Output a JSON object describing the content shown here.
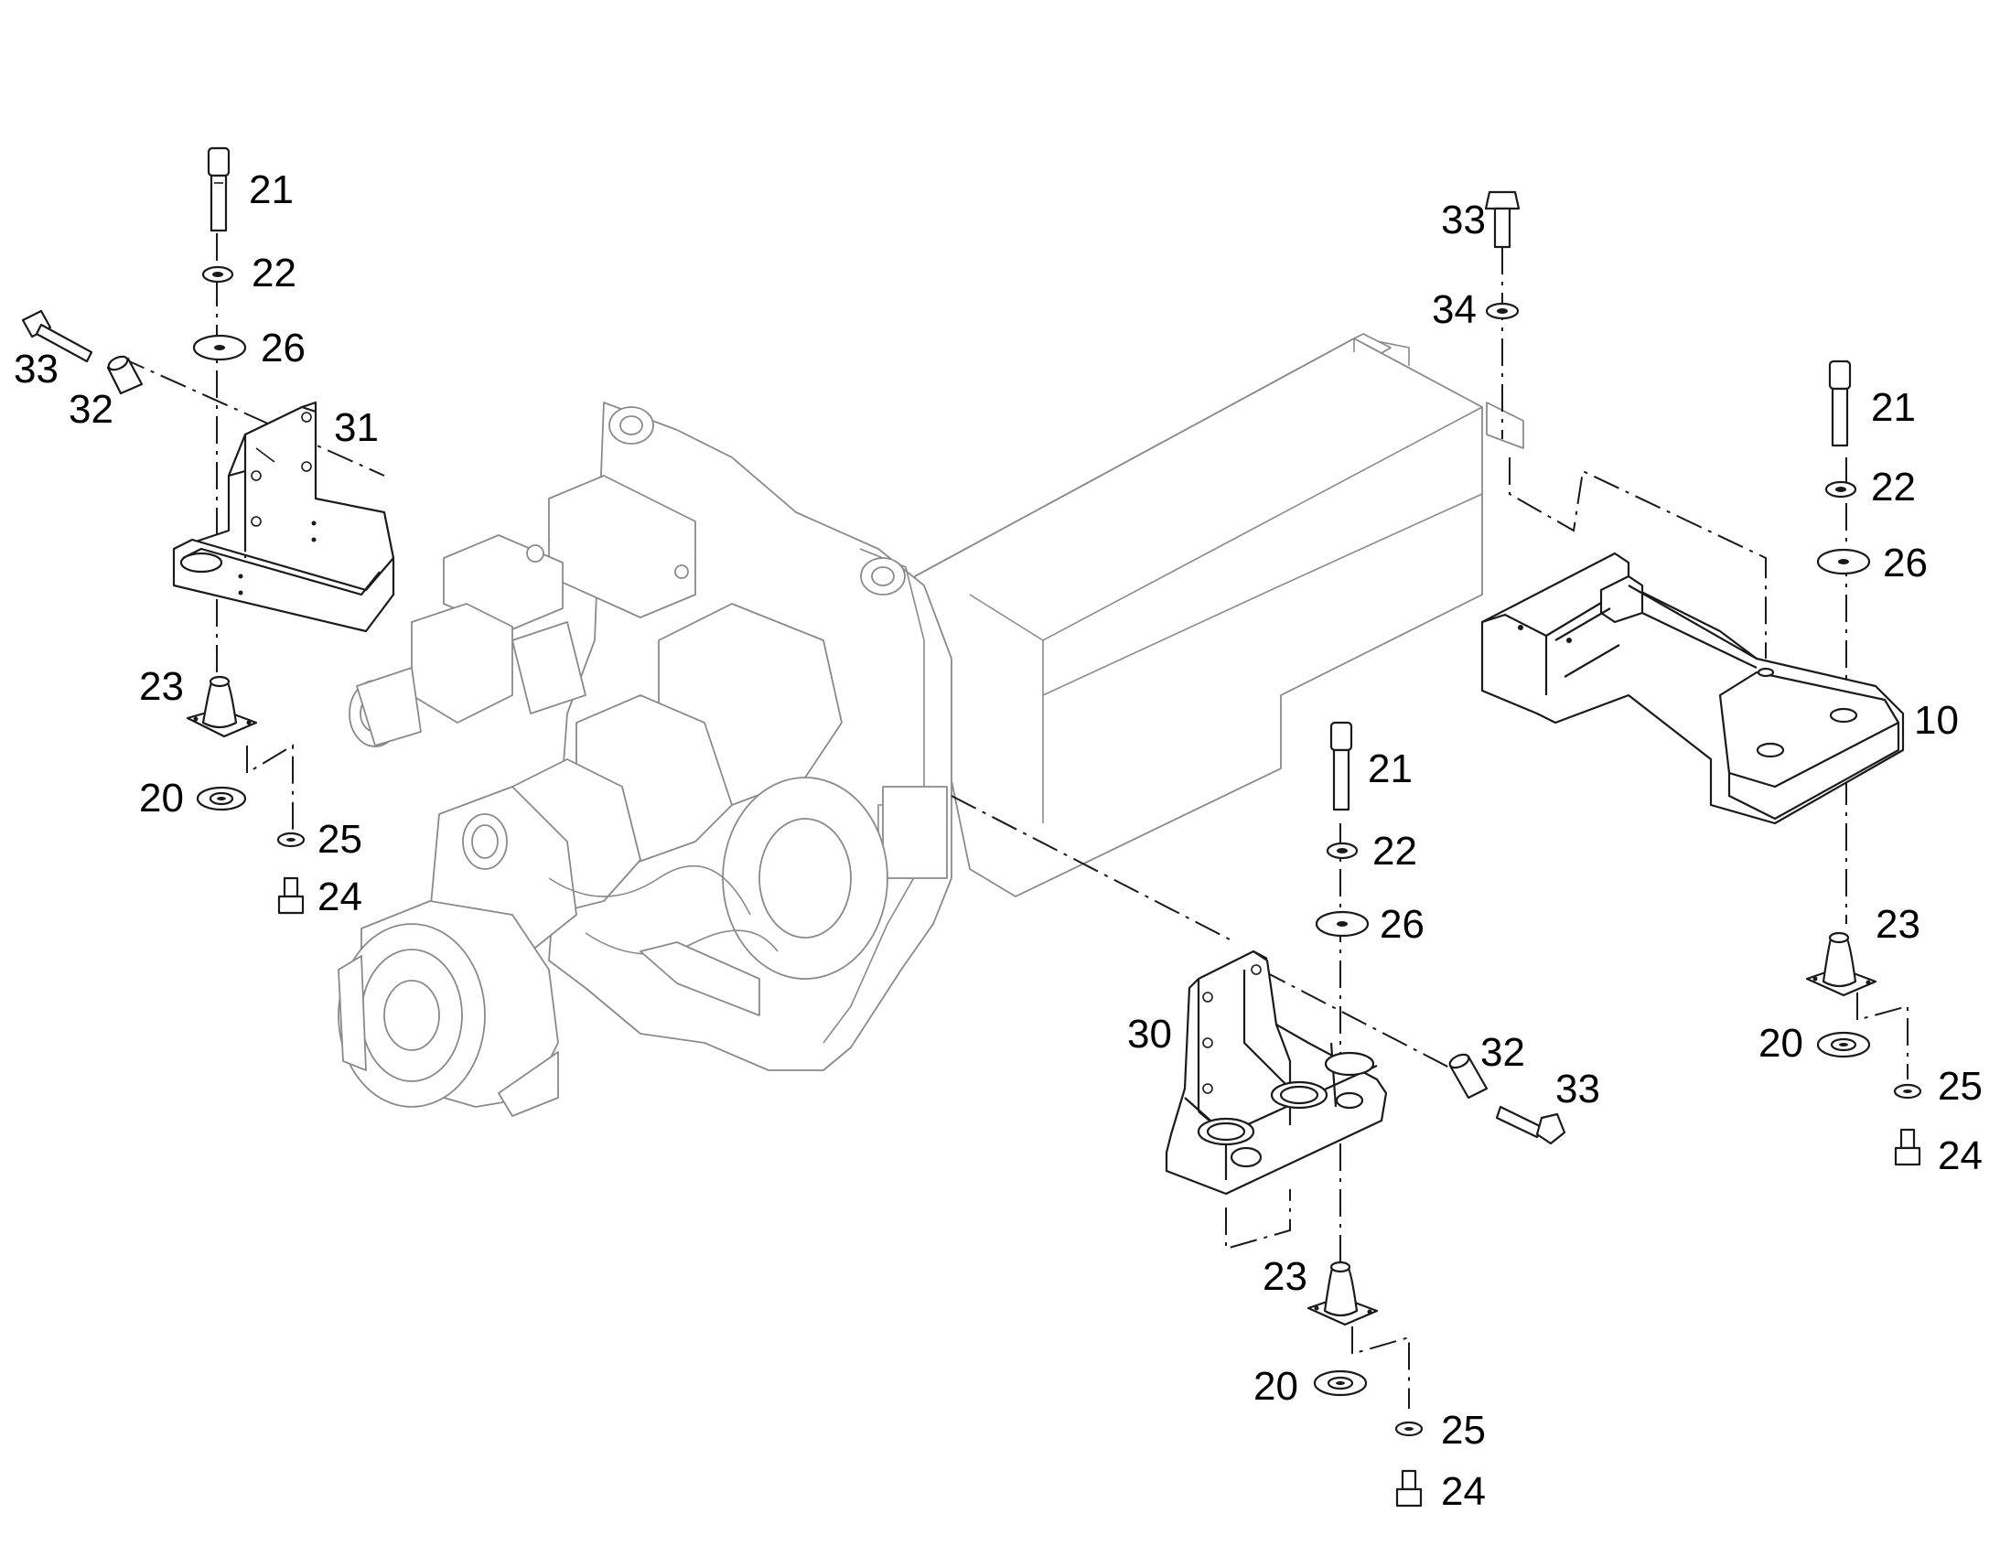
{
  "diagram": {
    "callouts": [
      {
        "id": "c21a",
        "text": "21"
      },
      {
        "id": "c22a",
        "text": "22"
      },
      {
        "id": "c26a",
        "text": "26"
      },
      {
        "id": "c33a",
        "text": "33"
      },
      {
        "id": "c32a",
        "text": "32"
      },
      {
        "id": "c31",
        "text": "31"
      },
      {
        "id": "c23a",
        "text": "23"
      },
      {
        "id": "c20a",
        "text": "20"
      },
      {
        "id": "c25a",
        "text": "25"
      },
      {
        "id": "c24a",
        "text": "24"
      },
      {
        "id": "c33b",
        "text": "33"
      },
      {
        "id": "c34",
        "text": "34"
      },
      {
        "id": "c21b",
        "text": "21"
      },
      {
        "id": "c22b",
        "text": "22"
      },
      {
        "id": "c26b",
        "text": "26"
      },
      {
        "id": "c10",
        "text": "10"
      },
      {
        "id": "c23b",
        "text": "23"
      },
      {
        "id": "c20b",
        "text": "20"
      },
      {
        "id": "c25b",
        "text": "25"
      },
      {
        "id": "c24b",
        "text": "24"
      },
      {
        "id": "c21c",
        "text": "21"
      },
      {
        "id": "c22c",
        "text": "22"
      },
      {
        "id": "c26c",
        "text": "26"
      },
      {
        "id": "c30",
        "text": "30"
      },
      {
        "id": "c32b",
        "text": "32"
      },
      {
        "id": "c33c",
        "text": "33"
      },
      {
        "id": "c23c",
        "text": "23"
      },
      {
        "id": "c20c",
        "text": "20"
      },
      {
        "id": "c25c",
        "text": "25"
      },
      {
        "id": "c24c",
        "text": "24"
      }
    ]
  }
}
